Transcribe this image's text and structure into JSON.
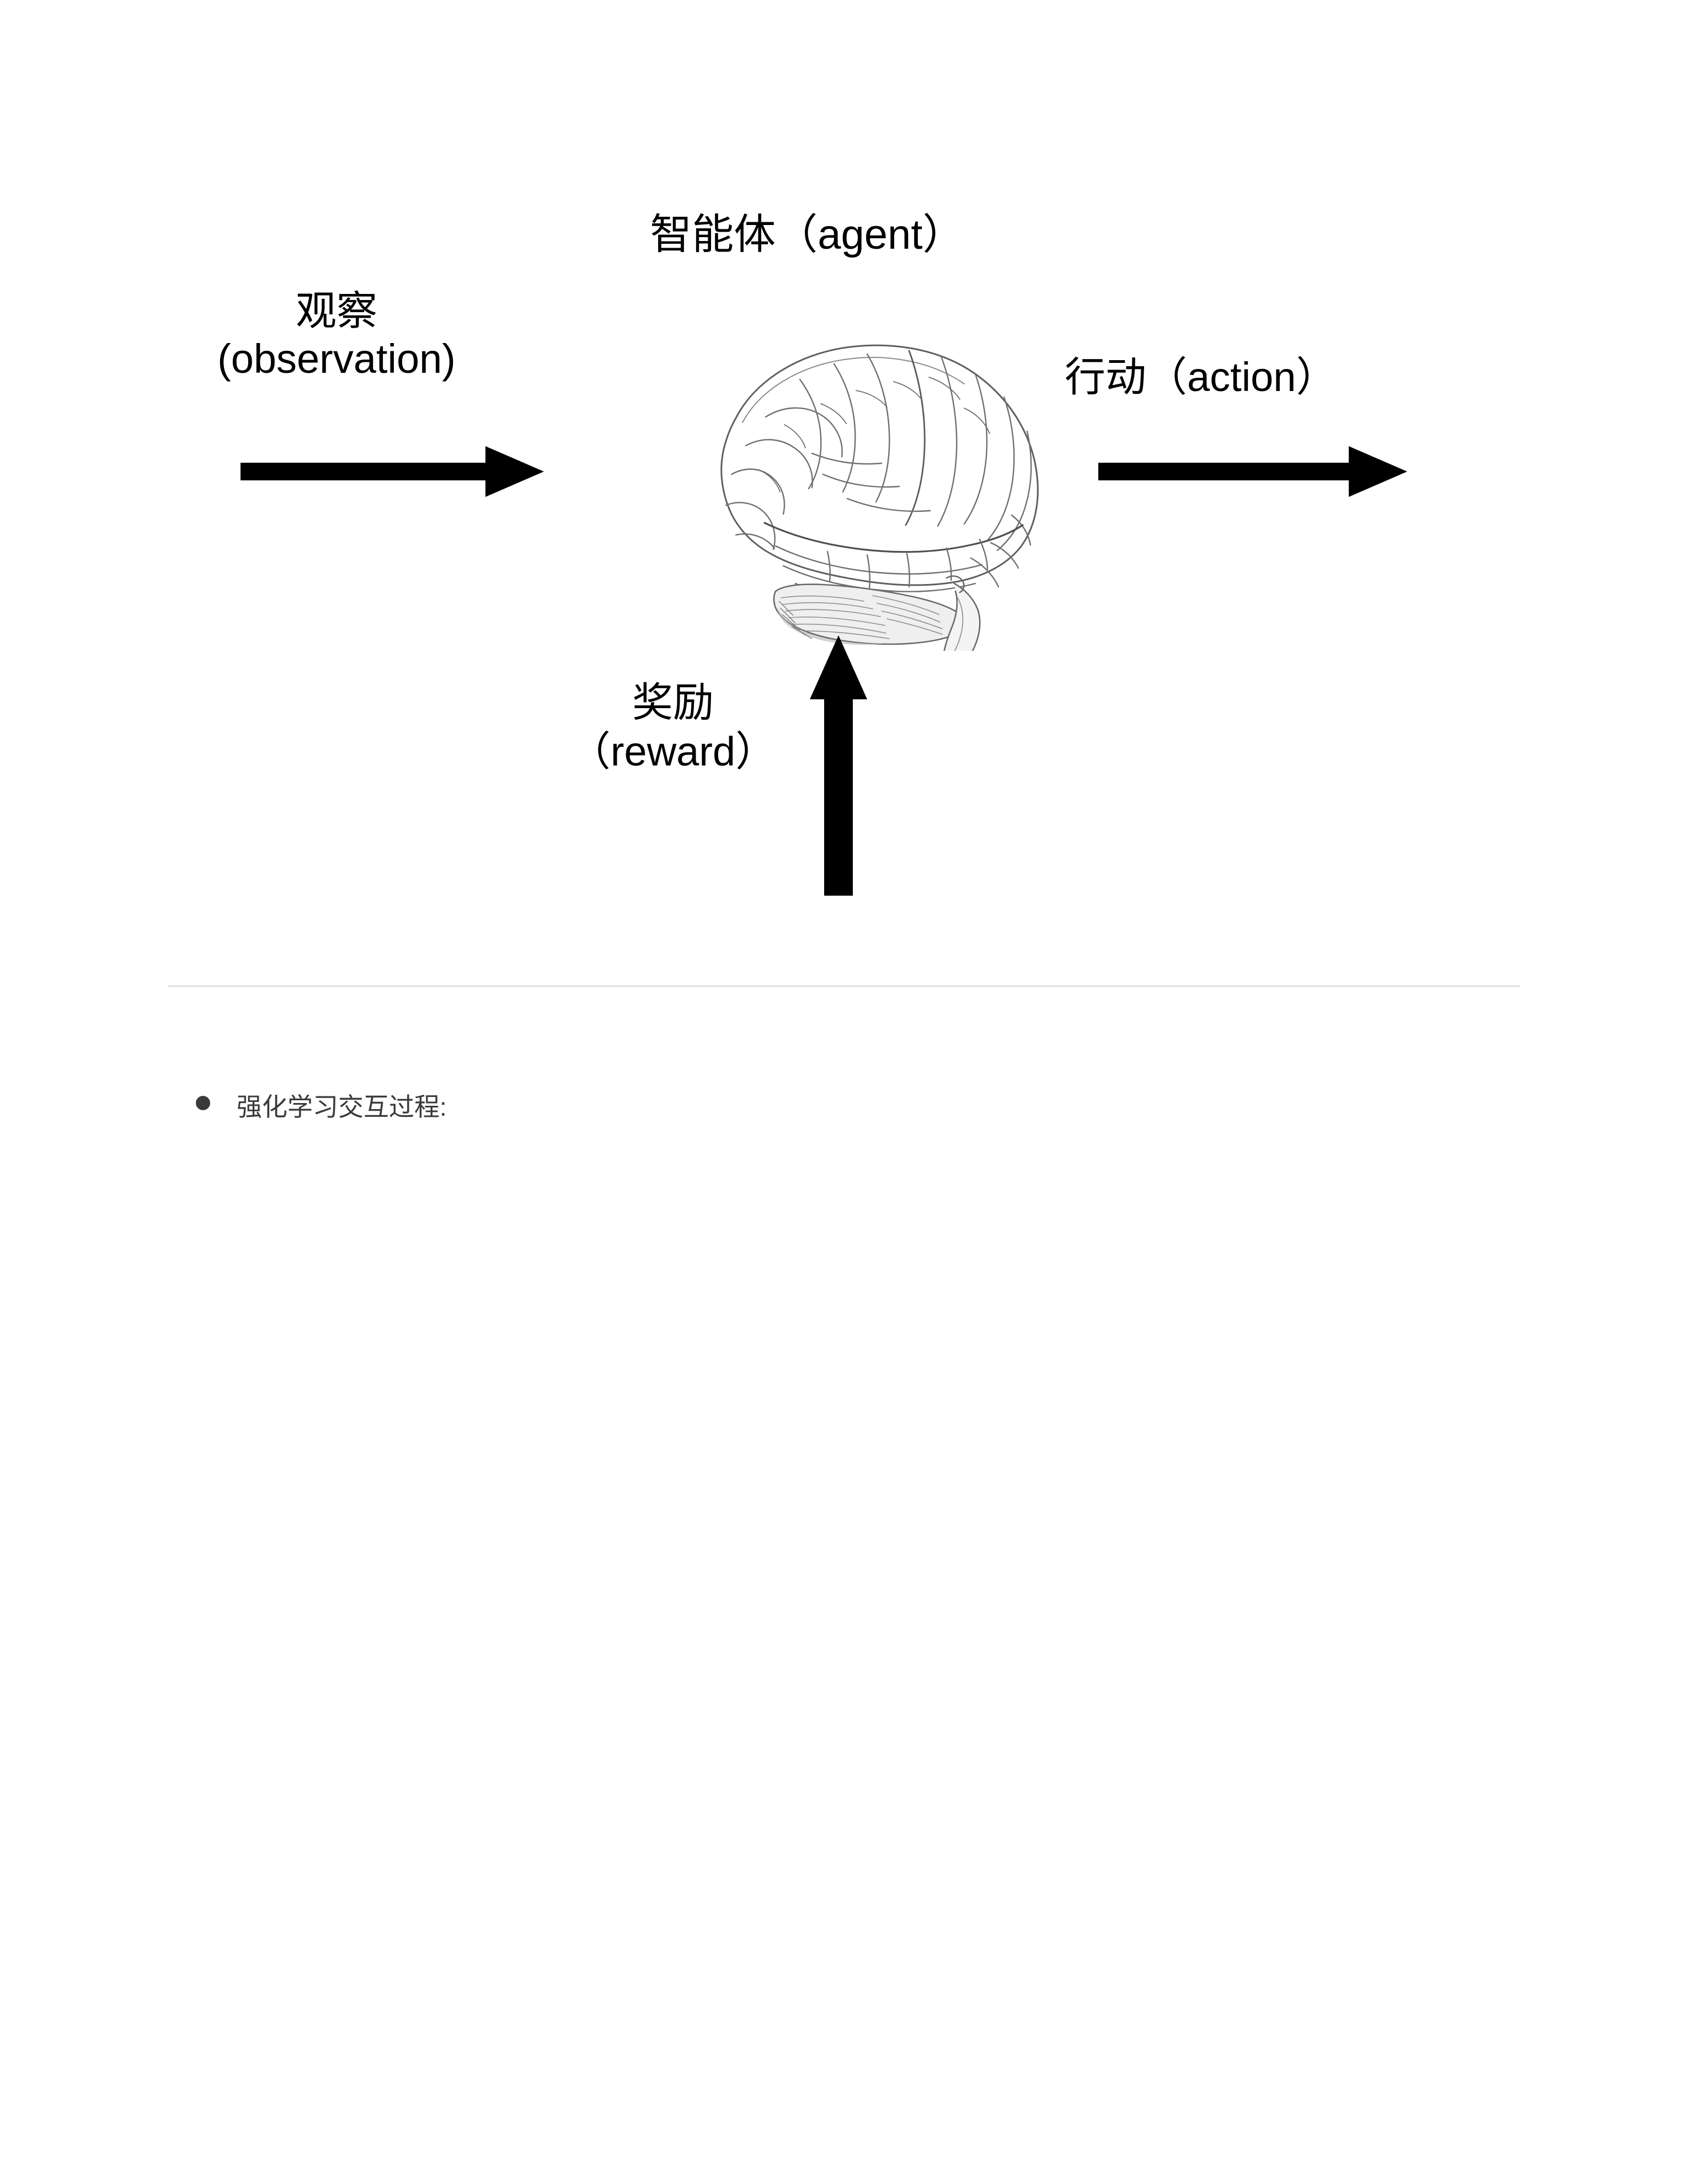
{
  "page": {
    "background_color": "#ffffff",
    "text_color": "#000000"
  },
  "diagram": {
    "name": "reinforcement-learning-agent-environment-loop",
    "agent_title": "智能体（agent）",
    "observation_label_line1": "观察",
    "observation_label_line2": "(observation)",
    "action_label": "行动（action）",
    "reward_label_line1": "奖励",
    "reward_label_line2": "（reward）",
    "brain_illustration": "brain-sketch-lateral-view",
    "arrows": {
      "observation_arrow": "arrow-right-icon",
      "action_arrow": "arrow-right-icon",
      "reward_arrow": "arrow-up-icon",
      "color": "#000000"
    }
  },
  "divider": {
    "color": "#e7e7e7"
  },
  "notes": {
    "bullet_marker_color": "#3a3a3a",
    "items": [
      {
        "text": "强化学习交互过程:"
      }
    ]
  }
}
